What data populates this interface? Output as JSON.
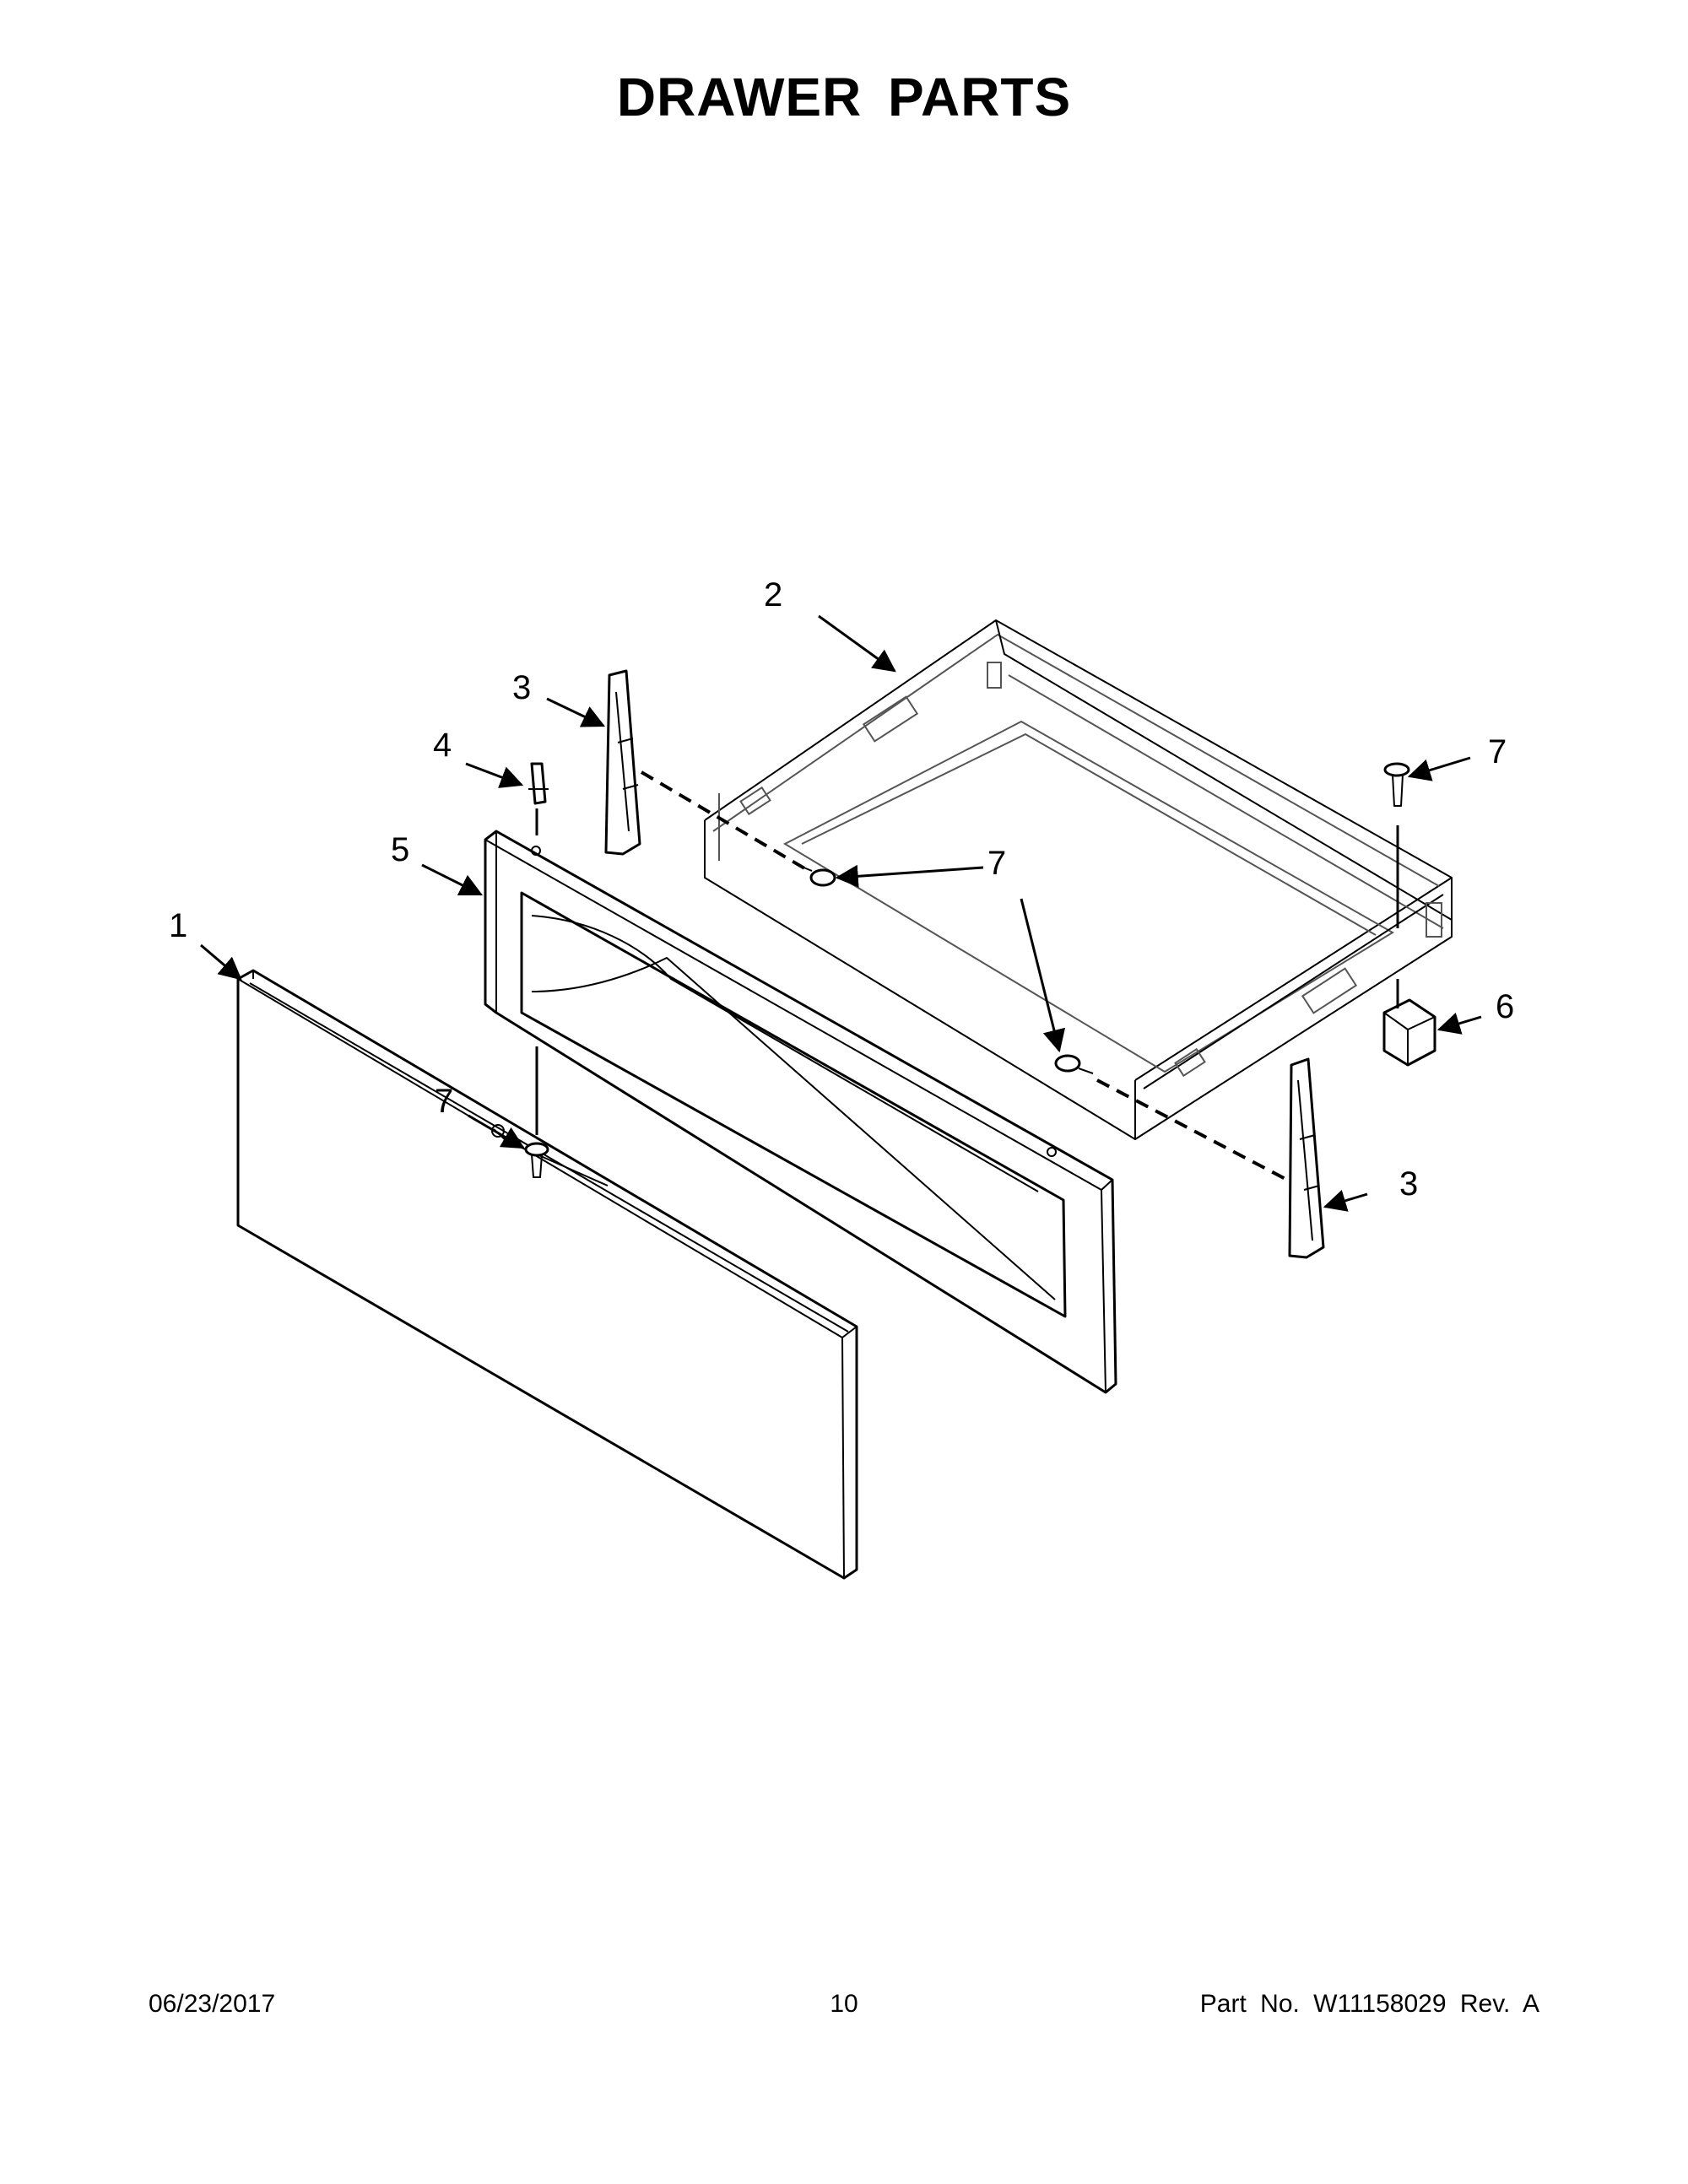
{
  "page": {
    "title": "DRAWER PARTS",
    "footer": {
      "date": "06/23/2017",
      "page_number": "10",
      "part_number": "Part No.  W11158029  Rev.  A"
    }
  },
  "callouts": {
    "drawer_front_panel": "1",
    "drawer_body": "2",
    "glide_left": "3",
    "glide_right": "3",
    "stop": "4",
    "inner_panel": "5",
    "rear_bracket": "6",
    "screw_right_top": "7",
    "screw_left_glide": "7",
    "screw_center": "7",
    "screw_inner_panel": "7"
  }
}
